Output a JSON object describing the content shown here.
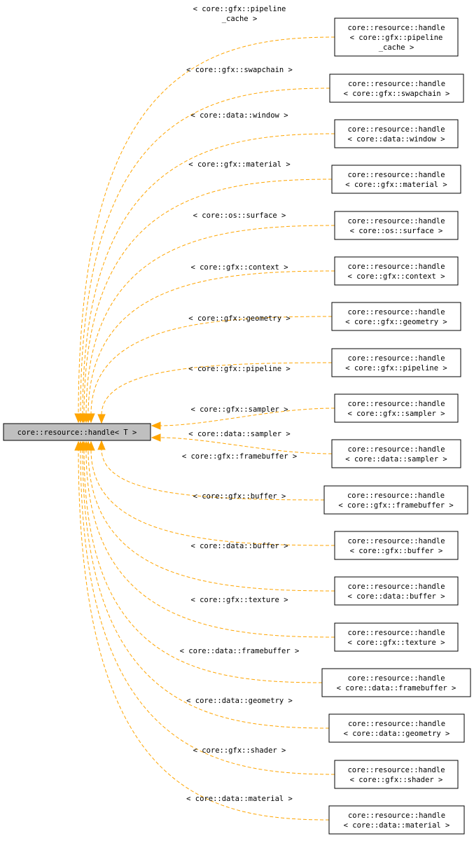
{
  "root": {
    "lines": [
      "core::resource::handle< T >"
    ]
  },
  "specializations": [
    {
      "edge_label": [
        "< core::gfx::pipeline",
        "_cache >"
      ],
      "node_lines": [
        "core::resource::handle",
        "< core::gfx::pipeline",
        "_cache >"
      ]
    },
    {
      "edge_label": [
        "< core::gfx::swapchain >"
      ],
      "node_lines": [
        "core::resource::handle",
        "< core::gfx::swapchain >"
      ]
    },
    {
      "edge_label": [
        "< core::data::window >"
      ],
      "node_lines": [
        "core::resource::handle",
        "< core::data::window >"
      ]
    },
    {
      "edge_label": [
        "< core::gfx::material >"
      ],
      "node_lines": [
        "core::resource::handle",
        "< core::gfx::material >"
      ]
    },
    {
      "edge_label": [
        "< core::os::surface >"
      ],
      "node_lines": [
        "core::resource::handle",
        "< core::os::surface >"
      ]
    },
    {
      "edge_label": [
        "< core::gfx::context >"
      ],
      "node_lines": [
        "core::resource::handle",
        "< core::gfx::context >"
      ]
    },
    {
      "edge_label": [
        "< core::gfx::geometry >"
      ],
      "node_lines": [
        "core::resource::handle",
        "< core::gfx::geometry >"
      ]
    },
    {
      "edge_label": [
        "< core::gfx::pipeline >"
      ],
      "node_lines": [
        "core::resource::handle",
        "< core::gfx::pipeline >"
      ]
    },
    {
      "edge_label": [
        "< core::gfx::sampler >"
      ],
      "node_lines": [
        "core::resource::handle",
        "< core::gfx::sampler >"
      ]
    },
    {
      "edge_label": [
        "< core::data::sampler >"
      ],
      "node_lines": [
        "core::resource::handle",
        "< core::data::sampler >"
      ]
    },
    {
      "edge_label": [
        "< core::gfx::framebuffer >"
      ],
      "node_lines": [
        "core::resource::handle",
        "< core::gfx::framebuffer >"
      ]
    },
    {
      "edge_label": [
        "< core::gfx::buffer >"
      ],
      "node_lines": [
        "core::resource::handle",
        "< core::gfx::buffer >"
      ]
    },
    {
      "edge_label": [
        "< core::data::buffer >"
      ],
      "node_lines": [
        "core::resource::handle",
        "< core::data::buffer >"
      ]
    },
    {
      "edge_label": [
        "< core::gfx::texture >"
      ],
      "node_lines": [
        "core::resource::handle",
        "< core::gfx::texture >"
      ]
    },
    {
      "edge_label": [
        "< core::data::framebuffer >"
      ],
      "node_lines": [
        "core::resource::handle",
        "< core::data::framebuffer >"
      ]
    },
    {
      "edge_label": [
        "< core::data::geometry >"
      ],
      "node_lines": [
        "core::resource::handle",
        "< core::data::geometry >"
      ]
    },
    {
      "edge_label": [
        "< core::gfx::shader >"
      ],
      "node_lines": [
        "core::resource::handle",
        "< core::gfx::shader >"
      ]
    },
    {
      "edge_label": [
        "< core::data::material >"
      ],
      "node_lines": [
        "core::resource::handle",
        "< core::data::material >"
      ]
    }
  ],
  "colors": {
    "edge": "#ffa500",
    "root_fill": "#bfbfbf",
    "node_fill": "#ffffff",
    "border": "#000000"
  }
}
